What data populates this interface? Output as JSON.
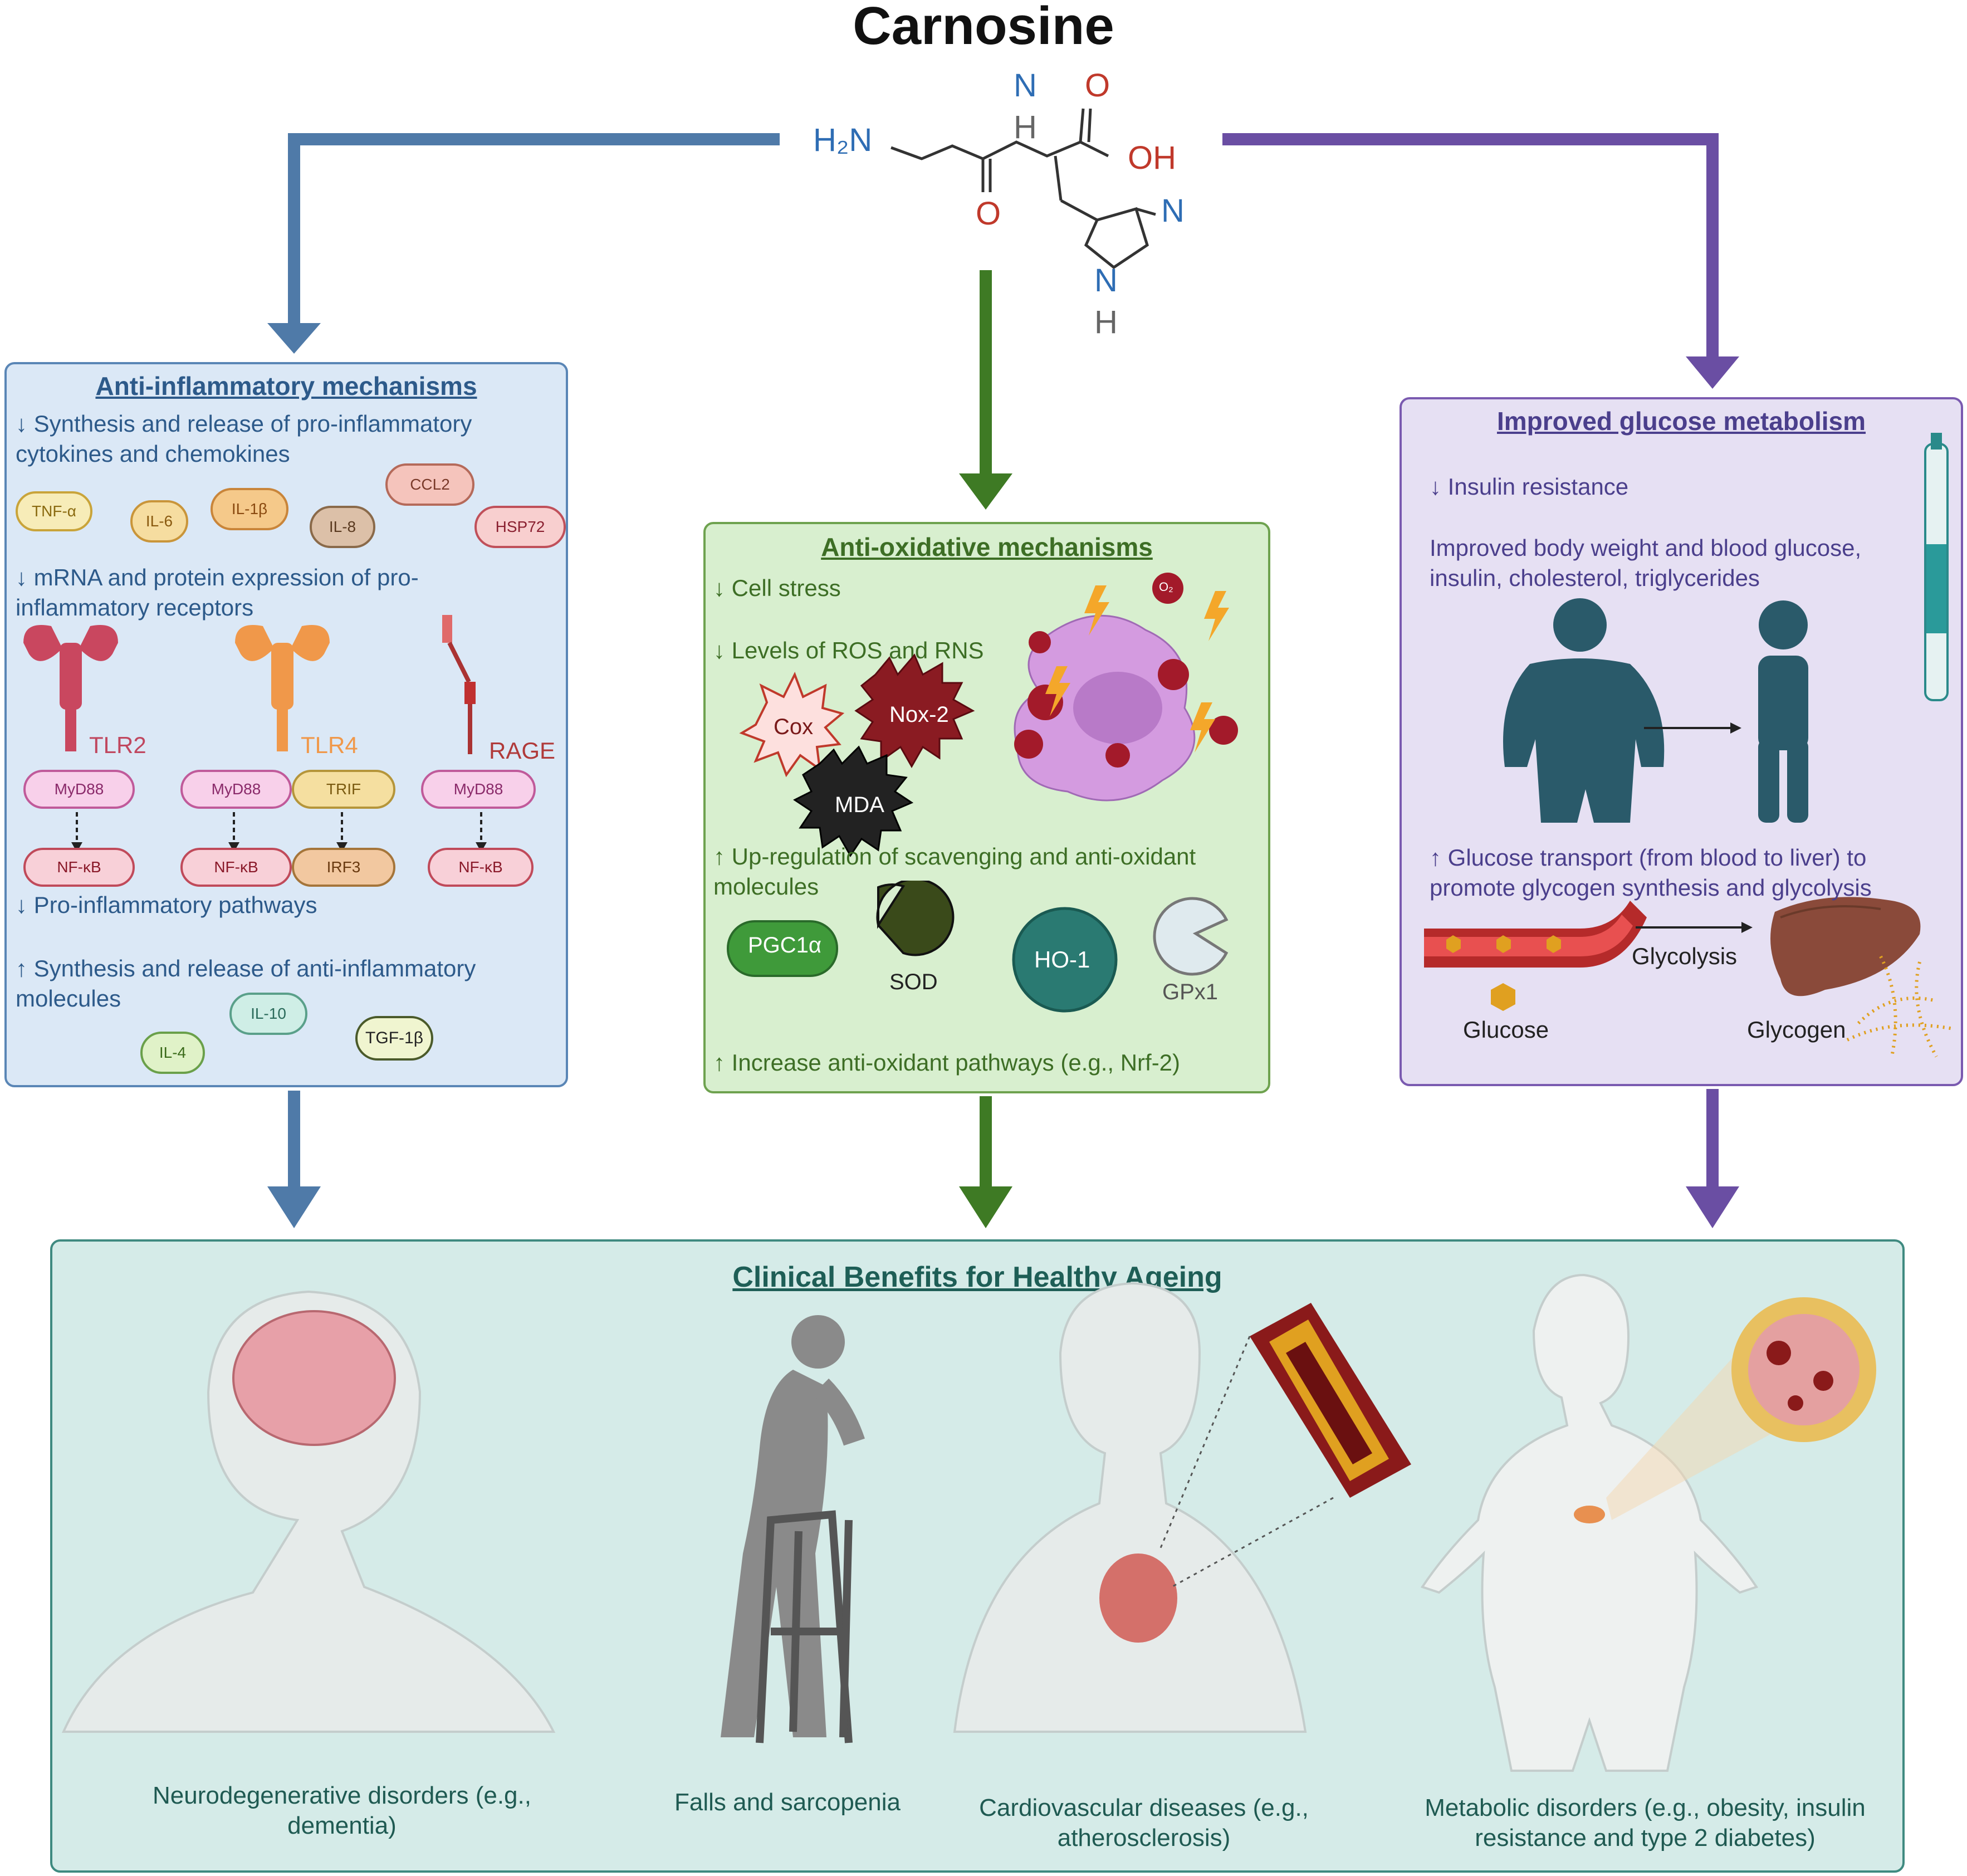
{
  "title": "Carnosine",
  "molecule": {
    "n_top": "N",
    "h_top": "H",
    "o_top": "O",
    "oh": "OH",
    "h2n": "H₂N",
    "o_bottom": "O",
    "n_ring_right": "N",
    "n_ring_bottom": "N",
    "h_ring_bottom": "H"
  },
  "anti_inflammatory": {
    "title": "Anti-inflammatory mechanisms",
    "line1": "↓ Synthesis and release of pro-inflammatory",
    "line1b": "cytokines and chemokines",
    "cytokines": [
      "TNF-α",
      "IL-6",
      "IL-1β",
      "IL-8",
      "CCL2",
      "HSP72"
    ],
    "line2": "↓ mRNA and protein expression of pro-",
    "line2b": "inflammatory receptors",
    "receptors": [
      "TLR2",
      "TLR4",
      "RAGE"
    ],
    "adaptors": [
      "MyD88",
      "MyD88",
      "TRIF",
      "MyD88"
    ],
    "factors": [
      "NF-κB",
      "NF-κB",
      "IRF3",
      "NF-κB"
    ],
    "line3": "↓ Pro-inflammatory pathways",
    "line4": "↑ Synthesis and release of anti-inflammatory",
    "line4b": "molecules",
    "anti_molecules": [
      "IL-10",
      "IL-4",
      "TGF-1β"
    ]
  },
  "anti_oxidative": {
    "title": "Anti-oxidative mechanisms",
    "line1": "↓ Cell stress",
    "line2": "↓ Levels of ROS and RNS",
    "species": [
      "Cox",
      "Nox-2",
      "MDA"
    ],
    "radical": "O₂",
    "line3": "↑ Up-regulation of  scavenging and anti-oxidant",
    "line3b": "molecules",
    "molecules": [
      "PGC1α",
      "SOD",
      "HO-1",
      "GPx1"
    ],
    "line4": "↑ Increase anti-oxidant pathways (e.g., Nrf-2)"
  },
  "glucose": {
    "title": "Improved glucose metabolism",
    "line1": "↓ Insulin resistance",
    "line2": "Improved body weight and blood glucose,",
    "line2b": "insulin, cholesterol, triglycerides",
    "line3": "↑ Glucose transport (from blood to liver) to",
    "line3b": "promote glycogen synthesis and glycolysis",
    "glycolysis": "Glycolysis",
    "glucose_label": "Glucose",
    "glycogen_label": "Glycogen"
  },
  "clinical": {
    "title": "Clinical Benefits for Healthy Ageing",
    "items": [
      {
        "line1": "Neurodegenerative disorders (e.g.,",
        "line2": "dementia)"
      },
      {
        "line1": "Falls and sarcopenia",
        "line2": ""
      },
      {
        "line1": "Cardiovascular diseases (e.g.,",
        "line2": "atherosclerosis)"
      },
      {
        "line1": "Metabolic disorders (e.g., obesity, insulin",
        "line2": "resistance and type 2 diabetes)"
      }
    ]
  },
  "colors": {
    "blue": "#4f7aa8",
    "green": "#3e7a24",
    "purple": "#6a4ea3",
    "teal": "#3f8a80"
  }
}
